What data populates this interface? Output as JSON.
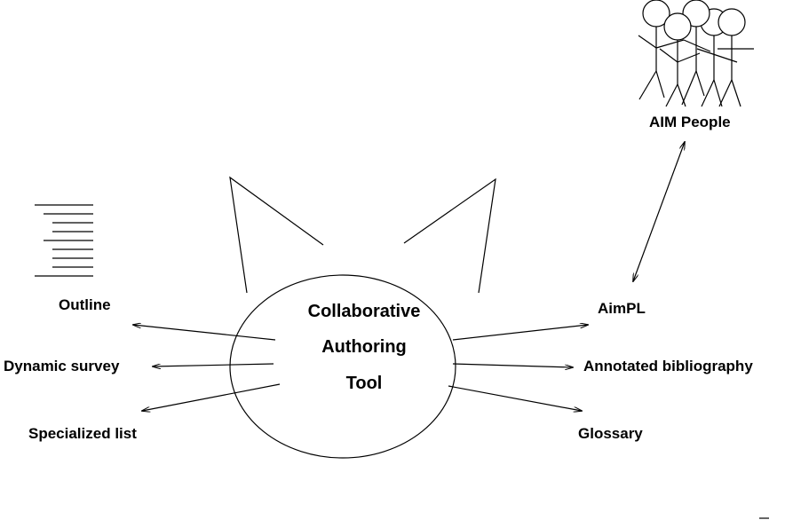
{
  "center": {
    "line1": "Collaborative",
    "line2": "Authoring",
    "line3": "Tool"
  },
  "left_outputs": [
    {
      "label": "Outline",
      "icon": "outline-icon"
    },
    {
      "label": "Dynamic survey"
    },
    {
      "label": "Specialized list"
    }
  ],
  "right_outputs": [
    {
      "label": "AimPL"
    },
    {
      "label": "Annotated bibliography"
    },
    {
      "label": "Glossary"
    }
  ],
  "people": {
    "label": "AIM People",
    "icon": "stick-figures-icon"
  }
}
